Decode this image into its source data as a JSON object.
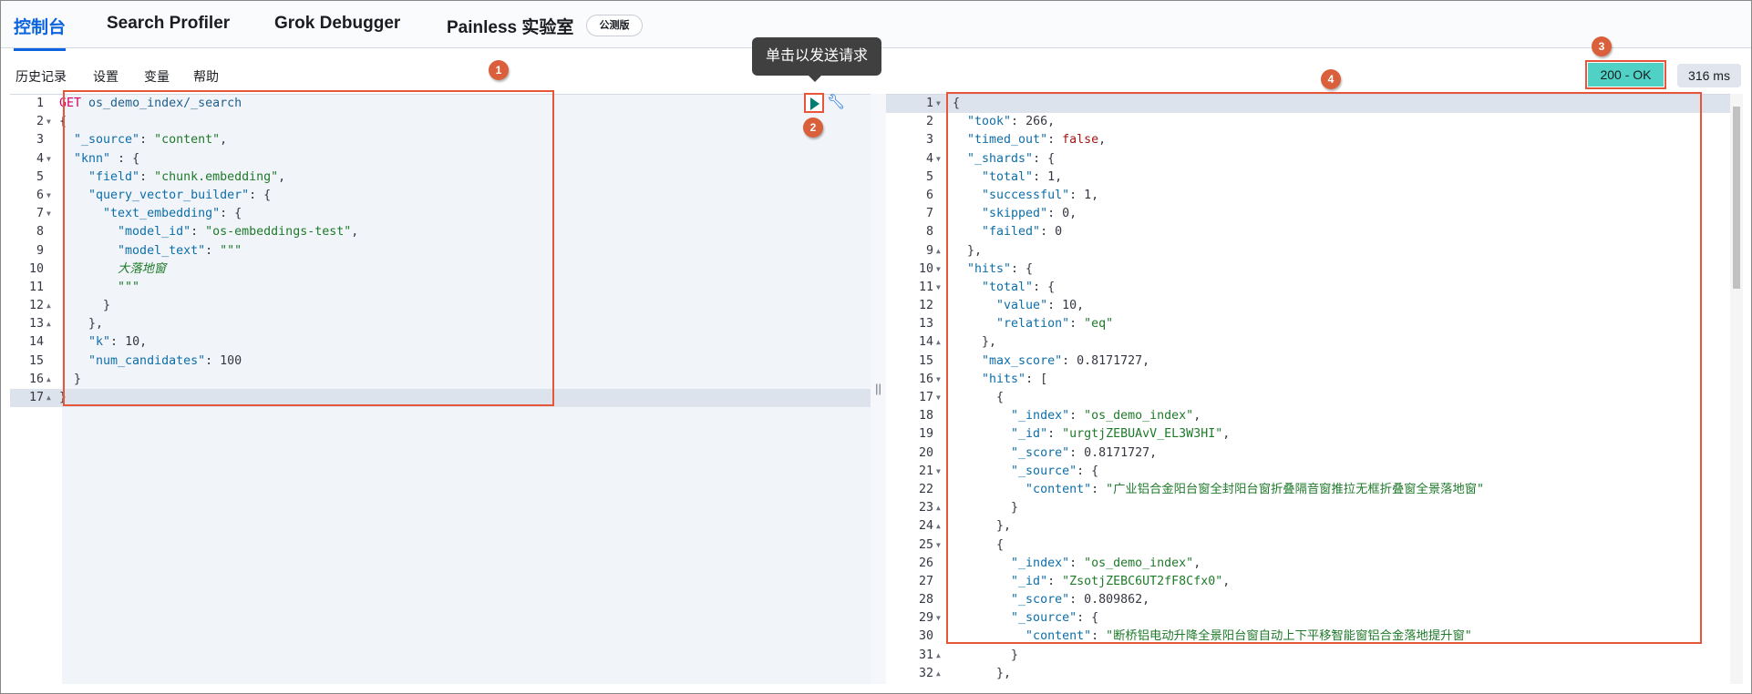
{
  "tabs": [
    {
      "label": "控制台",
      "active": true
    },
    {
      "label": "Search Profiler"
    },
    {
      "label": "Grok Debugger"
    },
    {
      "label": "Painless 实验室"
    }
  ],
  "beta_badge": "公测版",
  "toolbar": [
    "历史记录",
    "设置",
    "变量",
    "帮助"
  ],
  "tooltip": "单击以发送请求",
  "status": {
    "code": "200 - OK",
    "time": "316 ms",
    "color": "#4fd1c5"
  },
  "annotations": [
    "1",
    "2",
    "3",
    "4"
  ],
  "divider": "||",
  "request": {
    "active_line": 17,
    "lines": [
      {
        "f": "",
        "t": [
          [
            "m",
            "GET"
          ],
          [
            "u",
            " os_demo_index/_search"
          ]
        ]
      },
      {
        "f": "v",
        "t": [
          [
            "p",
            "{"
          ]
        ]
      },
      {
        "f": "",
        "t": [
          [
            "k",
            "  \"_source\""
          ],
          [
            "p",
            ": "
          ],
          [
            "s",
            "\"content\""
          ],
          [
            "p",
            ","
          ]
        ]
      },
      {
        "f": "v",
        "t": [
          [
            "k",
            "  \"knn\""
          ],
          [
            "p",
            " : {"
          ]
        ]
      },
      {
        "f": "",
        "t": [
          [
            "k",
            "    \"field\""
          ],
          [
            "p",
            ": "
          ],
          [
            "s",
            "\"chunk.embedding\""
          ],
          [
            "p",
            ","
          ]
        ]
      },
      {
        "f": "v",
        "t": [
          [
            "k",
            "    \"query_vector_builder\""
          ],
          [
            "p",
            ": {"
          ]
        ]
      },
      {
        "f": "v",
        "t": [
          [
            "k",
            "      \"text_embedding\""
          ],
          [
            "p",
            ": {"
          ]
        ]
      },
      {
        "f": "",
        "t": [
          [
            "k",
            "        \"model_id\""
          ],
          [
            "p",
            ": "
          ],
          [
            "s",
            "\"os-embeddings-test\""
          ],
          [
            "p",
            ","
          ]
        ]
      },
      {
        "f": "",
        "t": [
          [
            "k",
            "        \"model_text\""
          ],
          [
            "p",
            ": "
          ],
          [
            "s",
            "\"\"\""
          ]
        ]
      },
      {
        "f": "",
        "t": [
          [
            "i",
            "        大落地窗"
          ]
        ]
      },
      {
        "f": "",
        "t": [
          [
            "s",
            "        \"\"\""
          ]
        ]
      },
      {
        "f": "^",
        "t": [
          [
            "p",
            "      }"
          ]
        ]
      },
      {
        "f": "^",
        "t": [
          [
            "p",
            "    },"
          ]
        ]
      },
      {
        "f": "",
        "t": [
          [
            "k",
            "    \"k\""
          ],
          [
            "p",
            ": "
          ],
          [
            "n",
            "10"
          ],
          [
            "p",
            ","
          ]
        ]
      },
      {
        "f": "",
        "t": [
          [
            "k",
            "    \"num_candidates\""
          ],
          [
            "p",
            ": "
          ],
          [
            "n",
            "100"
          ]
        ]
      },
      {
        "f": "^",
        "t": [
          [
            "p",
            "  }"
          ]
        ]
      },
      {
        "f": "^",
        "t": [
          [
            "p",
            "}"
          ]
        ]
      }
    ]
  },
  "response": {
    "active_line": 1,
    "lines": [
      {
        "f": "v",
        "t": [
          [
            "p",
            "{"
          ]
        ]
      },
      {
        "f": "",
        "t": [
          [
            "k",
            "  \"took\""
          ],
          [
            "p",
            ": "
          ],
          [
            "n",
            "266"
          ],
          [
            "p",
            ","
          ]
        ]
      },
      {
        "f": "",
        "t": [
          [
            "k",
            "  \"timed_out\""
          ],
          [
            "p",
            ": "
          ],
          [
            "b",
            "false"
          ],
          [
            "p",
            ","
          ]
        ]
      },
      {
        "f": "v",
        "t": [
          [
            "k",
            "  \"_shards\""
          ],
          [
            "p",
            ": {"
          ]
        ]
      },
      {
        "f": "",
        "t": [
          [
            "k",
            "    \"total\""
          ],
          [
            "p",
            ": "
          ],
          [
            "n",
            "1"
          ],
          [
            "p",
            ","
          ]
        ]
      },
      {
        "f": "",
        "t": [
          [
            "k",
            "    \"successful\""
          ],
          [
            "p",
            ": "
          ],
          [
            "n",
            "1"
          ],
          [
            "p",
            ","
          ]
        ]
      },
      {
        "f": "",
        "t": [
          [
            "k",
            "    \"skipped\""
          ],
          [
            "p",
            ": "
          ],
          [
            "n",
            "0"
          ],
          [
            "p",
            ","
          ]
        ]
      },
      {
        "f": "",
        "t": [
          [
            "k",
            "    \"failed\""
          ],
          [
            "p",
            ": "
          ],
          [
            "n",
            "0"
          ]
        ]
      },
      {
        "f": "^",
        "t": [
          [
            "p",
            "  },"
          ]
        ]
      },
      {
        "f": "v",
        "t": [
          [
            "k",
            "  \"hits\""
          ],
          [
            "p",
            ": {"
          ]
        ]
      },
      {
        "f": "v",
        "t": [
          [
            "k",
            "    \"total\""
          ],
          [
            "p",
            ": {"
          ]
        ]
      },
      {
        "f": "",
        "t": [
          [
            "k",
            "      \"value\""
          ],
          [
            "p",
            ": "
          ],
          [
            "n",
            "10"
          ],
          [
            "p",
            ","
          ]
        ]
      },
      {
        "f": "",
        "t": [
          [
            "k",
            "      \"relation\""
          ],
          [
            "p",
            ": "
          ],
          [
            "s",
            "\"eq\""
          ]
        ]
      },
      {
        "f": "^",
        "t": [
          [
            "p",
            "    },"
          ]
        ]
      },
      {
        "f": "",
        "t": [
          [
            "k",
            "    \"max_score\""
          ],
          [
            "p",
            ": "
          ],
          [
            "n",
            "0.8171727"
          ],
          [
            "p",
            ","
          ]
        ]
      },
      {
        "f": "v",
        "t": [
          [
            "k",
            "    \"hits\""
          ],
          [
            "p",
            ": ["
          ]
        ]
      },
      {
        "f": "v",
        "t": [
          [
            "p",
            "      {"
          ]
        ]
      },
      {
        "f": "",
        "t": [
          [
            "k",
            "        \"_index\""
          ],
          [
            "p",
            ": "
          ],
          [
            "s",
            "\"os_demo_index\""
          ],
          [
            "p",
            ","
          ]
        ]
      },
      {
        "f": "",
        "t": [
          [
            "k",
            "        \"_id\""
          ],
          [
            "p",
            ": "
          ],
          [
            "s",
            "\"urgtjZEBUAvV_EL3W3HI\""
          ],
          [
            "p",
            ","
          ]
        ]
      },
      {
        "f": "",
        "t": [
          [
            "k",
            "        \"_score\""
          ],
          [
            "p",
            ": "
          ],
          [
            "n",
            "0.8171727"
          ],
          [
            "p",
            ","
          ]
        ]
      },
      {
        "f": "v",
        "t": [
          [
            "k",
            "        \"_source\""
          ],
          [
            "p",
            ": {"
          ]
        ]
      },
      {
        "f": "",
        "t": [
          [
            "k",
            "          \"content\""
          ],
          [
            "p",
            ": "
          ],
          [
            "s",
            "\"广业铝合金阳台窗全封阳台窗折叠隔音窗推拉无框折叠窗全景落地窗\""
          ]
        ]
      },
      {
        "f": "^",
        "t": [
          [
            "p",
            "        }"
          ]
        ]
      },
      {
        "f": "^",
        "t": [
          [
            "p",
            "      },"
          ]
        ]
      },
      {
        "f": "v",
        "t": [
          [
            "p",
            "      {"
          ]
        ]
      },
      {
        "f": "",
        "t": [
          [
            "k",
            "        \"_index\""
          ],
          [
            "p",
            ": "
          ],
          [
            "s",
            "\"os_demo_index\""
          ],
          [
            "p",
            ","
          ]
        ]
      },
      {
        "f": "",
        "t": [
          [
            "k",
            "        \"_id\""
          ],
          [
            "p",
            ": "
          ],
          [
            "s",
            "\"ZsotjZEBC6UT2fF8Cfx0\""
          ],
          [
            "p",
            ","
          ]
        ]
      },
      {
        "f": "",
        "t": [
          [
            "k",
            "        \"_score\""
          ],
          [
            "p",
            ": "
          ],
          [
            "n",
            "0.809862"
          ],
          [
            "p",
            ","
          ]
        ]
      },
      {
        "f": "v",
        "t": [
          [
            "k",
            "        \"_source\""
          ],
          [
            "p",
            ": {"
          ]
        ]
      },
      {
        "f": "",
        "t": [
          [
            "k",
            "          \"content\""
          ],
          [
            "p",
            ": "
          ],
          [
            "s",
            "\"断桥铝电动升降全景阳台窗自动上下平移智能窗铝合金落地提升窗\""
          ]
        ]
      },
      {
        "f": "^",
        "t": [
          [
            "p",
            "        }"
          ]
        ]
      },
      {
        "f": "^",
        "t": [
          [
            "p",
            "      },"
          ]
        ]
      },
      {
        "f": "v",
        "t": [
          [
            "p",
            "      {"
          ]
        ]
      }
    ]
  }
}
